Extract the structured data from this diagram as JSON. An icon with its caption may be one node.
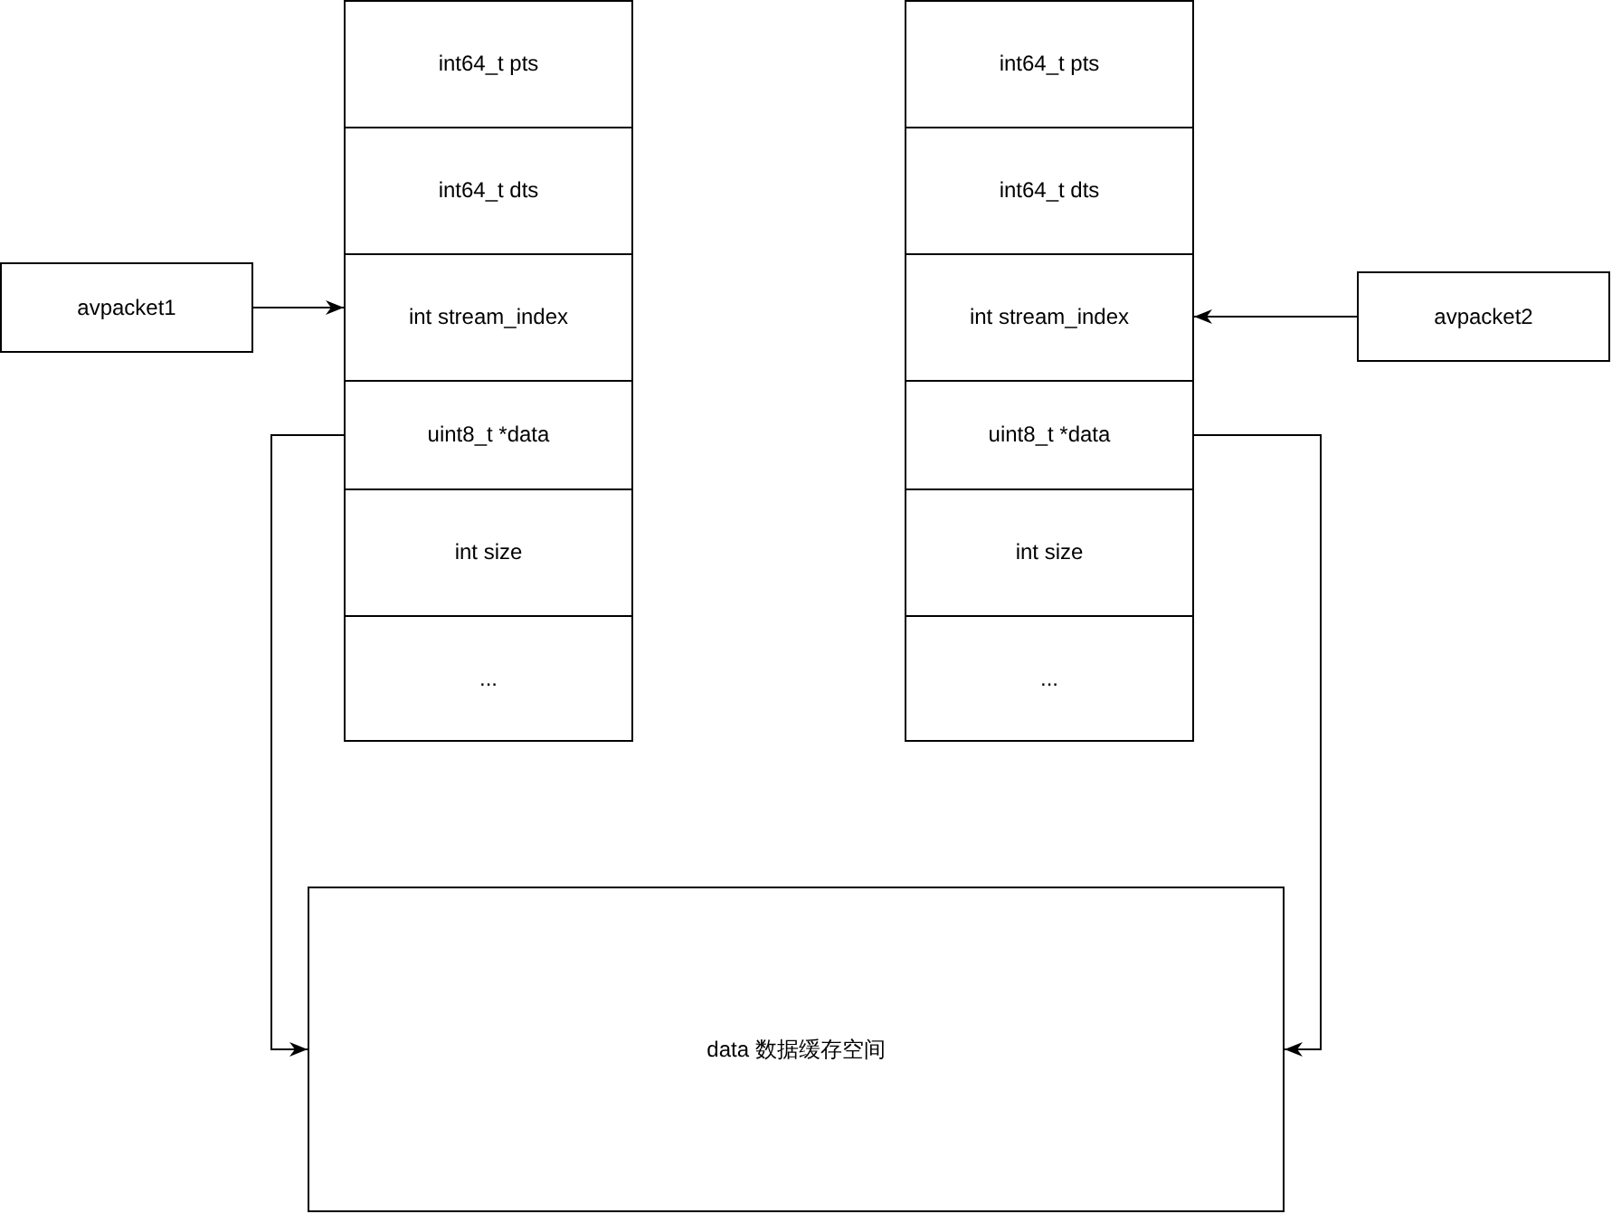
{
  "diagram": {
    "nodes": [
      {
        "text": [
          "avpacket1"
        ]
      },
      {
        "text": [
          "int64_t pts"
        ]
      },
      {
        "text": [
          "int64_t dts"
        ]
      },
      {
        "text": [
          "int stream_index"
        ]
      },
      {
        "text": [
          "uint8_t *data"
        ]
      },
      {
        "text": [
          "int size"
        ]
      },
      {
        "text": [
          "..."
        ]
      },
      {
        "text": [
          "int64_t pts"
        ]
      },
      {
        "text": [
          "int64_t dts"
        ]
      },
      {
        "text": [
          "int stream_index"
        ]
      },
      {
        "text": [
          "uint8_t *data"
        ]
      },
      {
        "text": [
          "int size"
        ]
      },
      {
        "text": [
          "..."
        ]
      },
      {
        "text": [
          "avpacket2"
        ]
      },
      {
        "text": [
          "data 数据缓存空间"
        ]
      }
    ],
    "edges": [
      {
        "from": 0,
        "to": 3,
        "arrow": "to"
      },
      {
        "from": 13,
        "to": 9,
        "arrow": "to"
      },
      {
        "from": 4,
        "to": 14,
        "arrow": "to"
      },
      {
        "from": 10,
        "to": 14,
        "arrow": "to"
      }
    ]
  }
}
